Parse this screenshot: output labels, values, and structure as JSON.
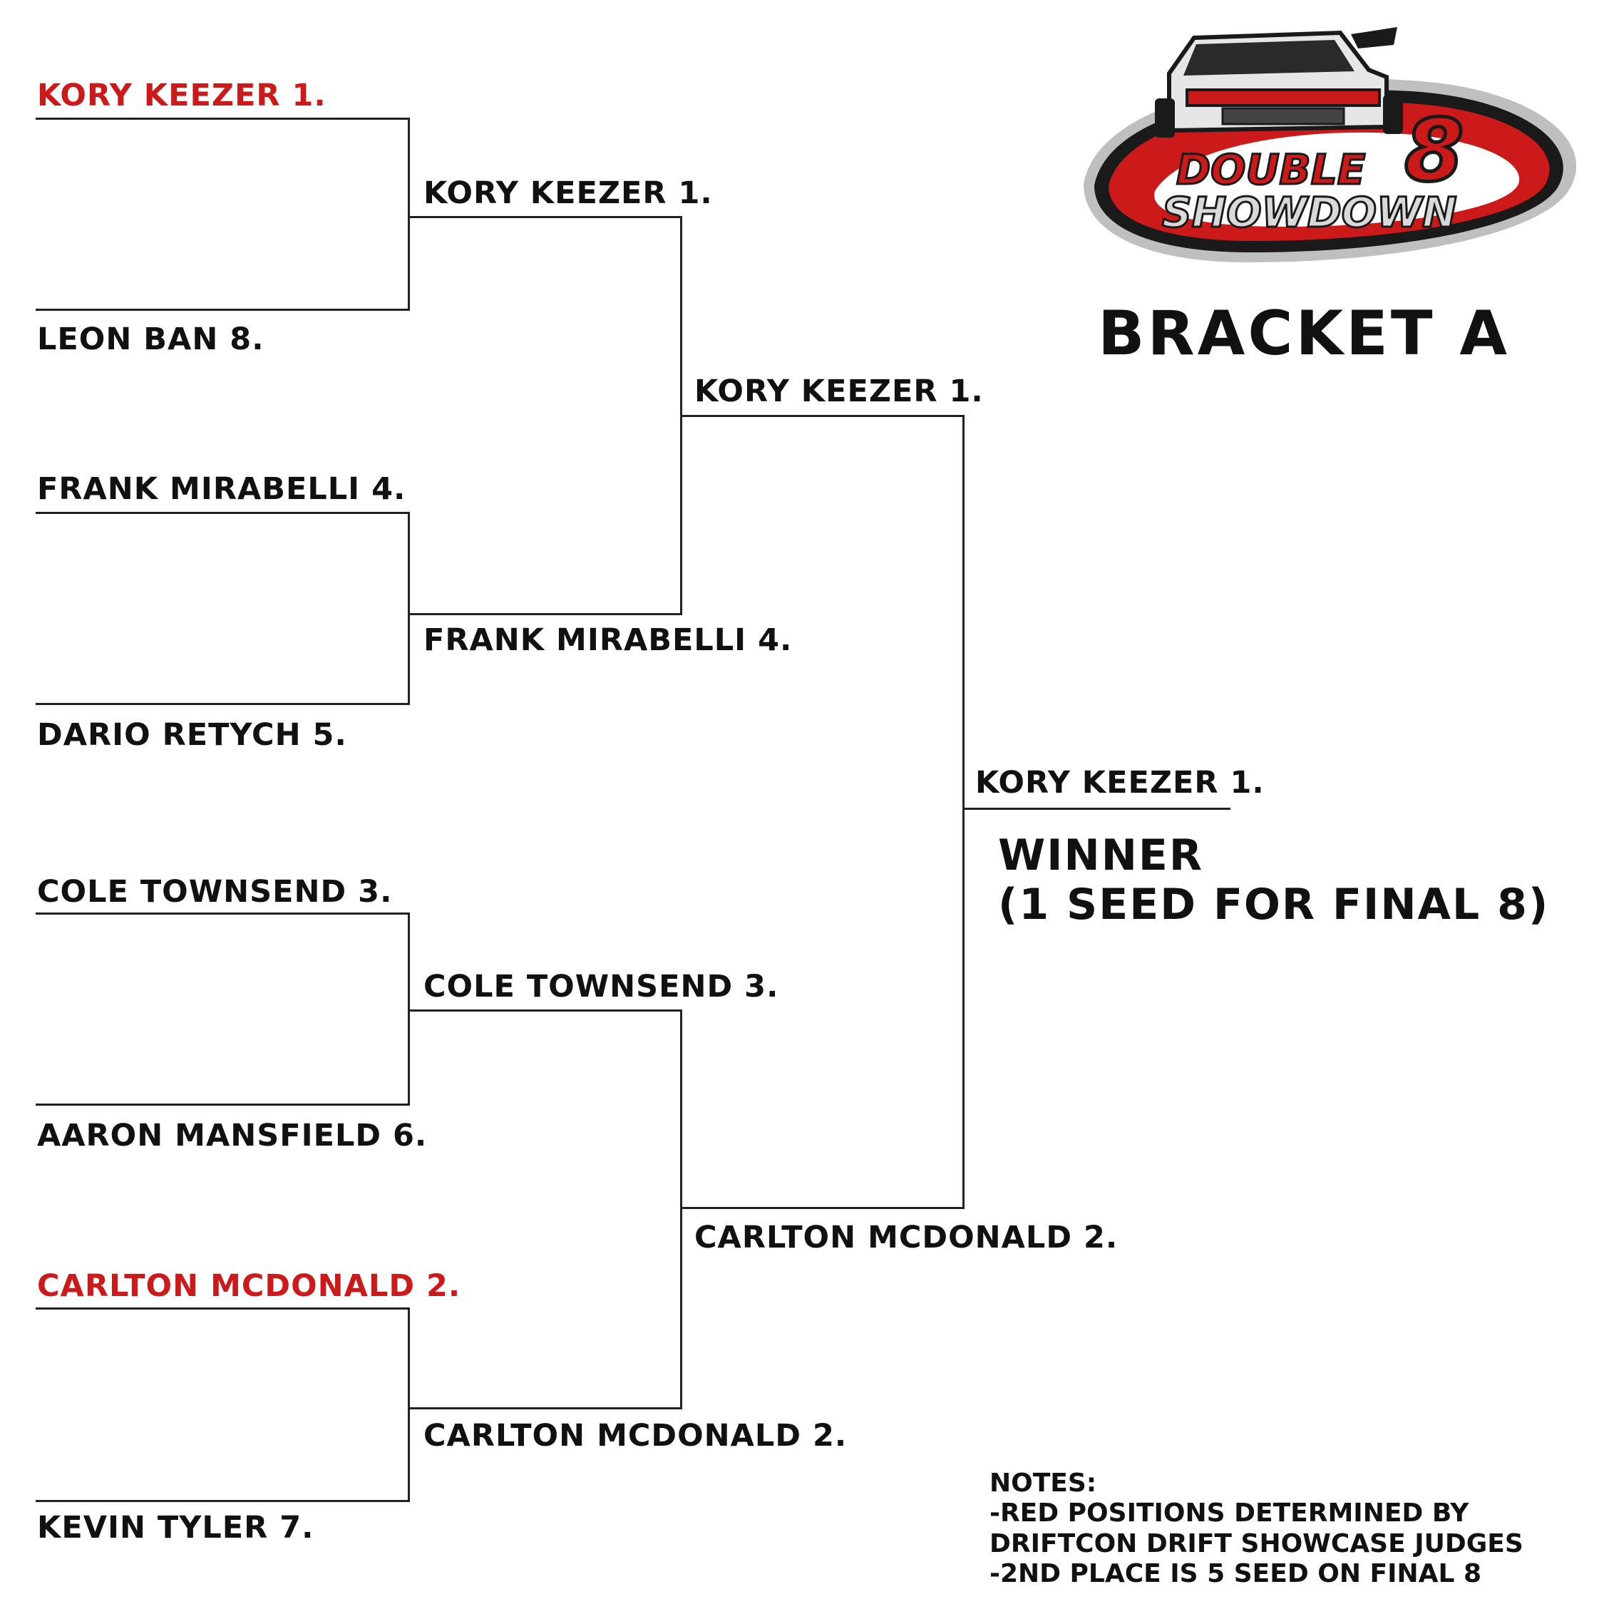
{
  "title": "BRACKET A",
  "logo": {
    "line1": "DOUBLE",
    "badge": "8",
    "line2": "SHOWDOWN",
    "colors": {
      "red": "#cc1a1a",
      "dark": "#1a1a1a",
      "silver": "#cfcfcf"
    }
  },
  "round1": [
    "KORY KEEZER 1.",
    "LEON BAN 8.",
    "FRANK MIRABELLI 4.",
    "DARIO RETYCH 5.",
    "COLE TOWNSEND 3.",
    "AARON MANSFIELD 6.",
    "CARLTON MCDONALD 2.",
    "KEVIN TYLER 7."
  ],
  "round2": [
    "KORY KEEZER 1.",
    "FRANK MIRABELLI 4.",
    "COLE TOWNSEND 3.",
    "CARLTON MCDONALD 2."
  ],
  "round3": [
    "KORY KEEZER 1.",
    "CARLTON MCDONALD 2."
  ],
  "final": "KORY KEEZER 1.",
  "winner": {
    "line1": "WINNER",
    "line2": "(1 SEED FOR FINAL 8)"
  },
  "notes": {
    "heading": "NOTES:",
    "line1": "-RED POSITIONS DETERMINED BY",
    "line2": "DRIFTCON DRIFT SHOWCASE JUDGES",
    "line3": "-2ND PLACE IS 5 SEED ON FINAL 8"
  },
  "colors": {
    "text": "#111111",
    "highlight": "#cc1a1a",
    "lines": "#222222"
  }
}
